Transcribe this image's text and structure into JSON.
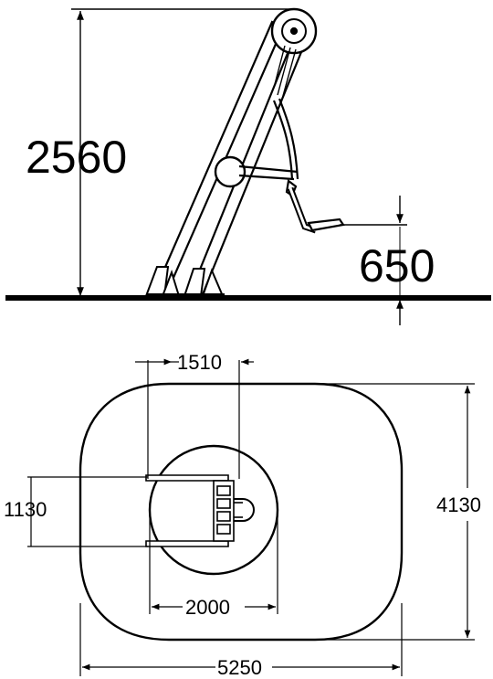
{
  "side_view": {
    "height_label": "2560",
    "seat_height_label": "650"
  },
  "top_view": {
    "equipment_length_label": "1510",
    "equipment_width_label": "1130",
    "inner_zone_diameter_label": "2000",
    "safety_zone_length_label": "5250",
    "safety_zone_width_label": "4130"
  },
  "colors": {
    "line": "#000000",
    "background": "#ffffff"
  }
}
